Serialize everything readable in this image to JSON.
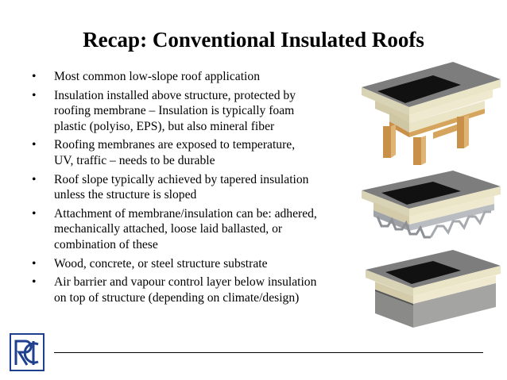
{
  "slide": {
    "title": "Recap: Conventional Insulated Roofs",
    "bullet_symbol": "•",
    "bullets": [
      {
        "lines": [
          "Most common low-slope roof application"
        ]
      },
      {
        "lines": [
          "Insulation installed above structure, protected by",
          "roofing membrane – Insulation is typically foam",
          "plastic (polyiso, EPS), but also mineral fiber"
        ]
      },
      {
        "lines": [
          "Roofing membranes are exposed to temperature,",
          "UV, traffic – needs to be durable"
        ]
      },
      {
        "lines": [
          "Roof slope typically achieved by tapered insulation",
          "unless the structure is sloped"
        ]
      },
      {
        "lines": [
          "Attachment of membrane/insulation can be: adhered,",
          "mechanically attached, loose laid ballasted, or",
          "combination of these"
        ]
      },
      {
        "lines": [
          "Wood, concrete, or steel structure substrate"
        ]
      },
      {
        "lines": [
          "Air barrier and vapour control layer below insulation",
          "on top of structure (depending on climate/design)"
        ]
      }
    ]
  },
  "figures": [
    {
      "icon": "wood-frame-roof-assembly-illustration"
    },
    {
      "icon": "steel-deck-roof-assembly-illustration"
    },
    {
      "icon": "concrete-deck-roof-assembly-illustration"
    }
  ],
  "logo": {
    "icon": "rci-logo"
  },
  "colors": {
    "membrane": "#7d7d7d",
    "black_layer": "#111111",
    "insulation": "#ebe5c8",
    "wood": "#d6a55d",
    "steel": "#b9bcc0",
    "concrete": "#9a9a98",
    "logo_blue": "#1f3f8f"
  }
}
